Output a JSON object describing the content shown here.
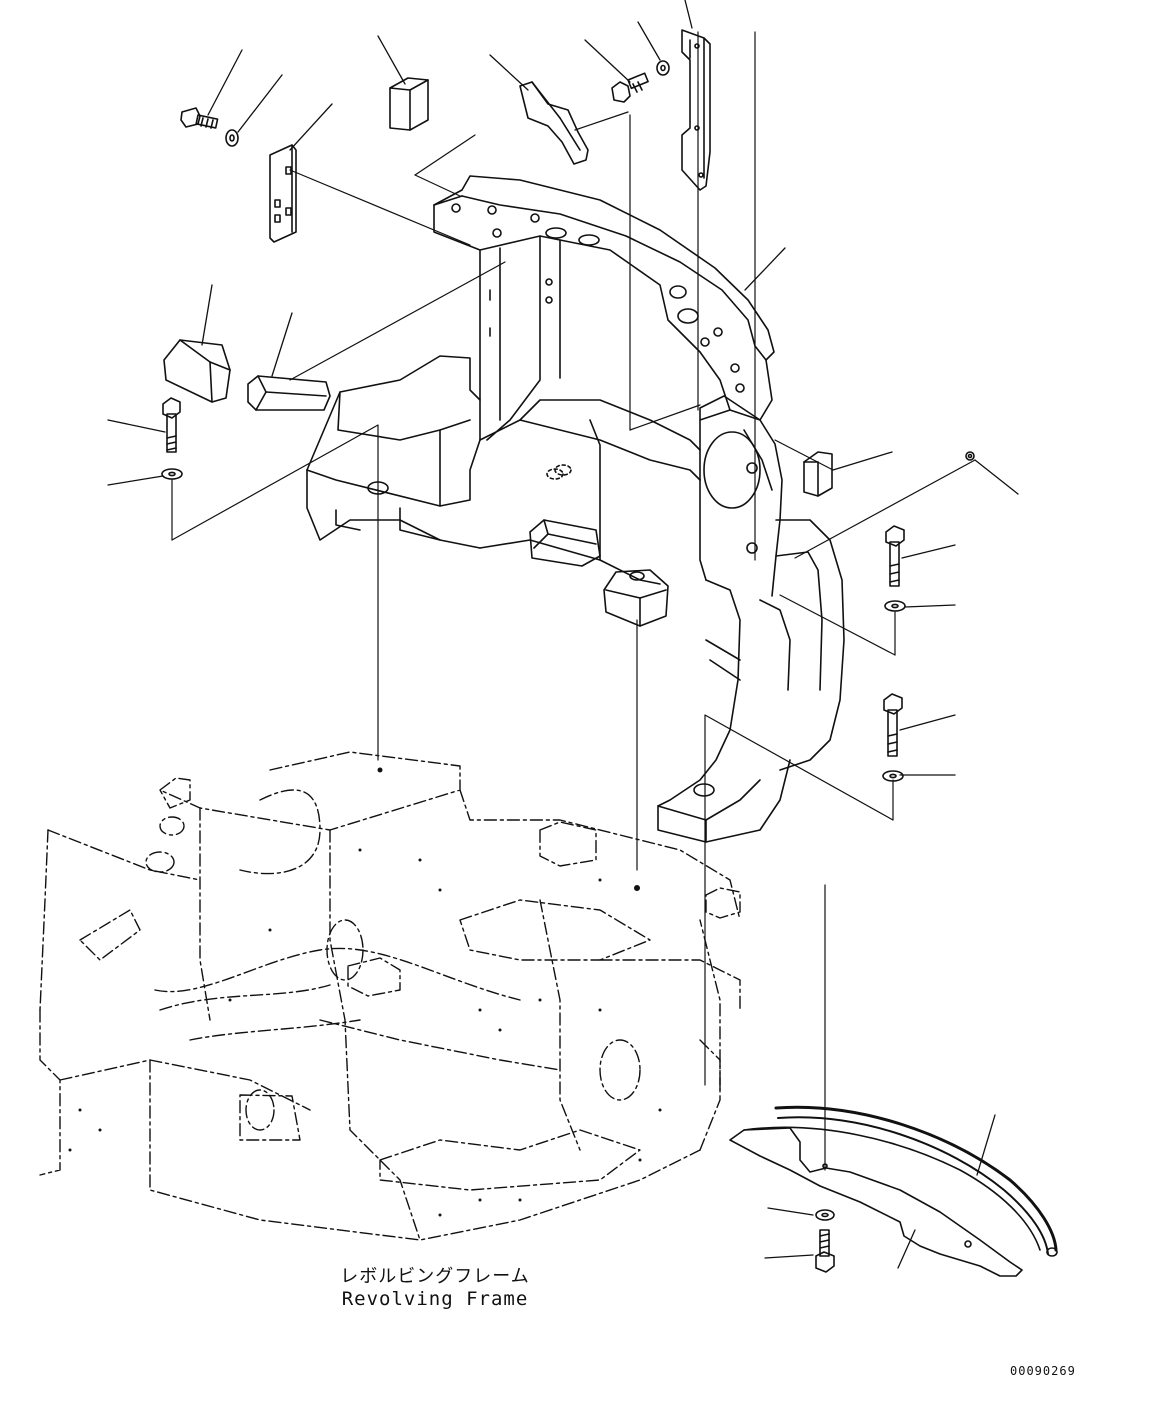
{
  "captions": {
    "japanese": "レボルビングフレーム",
    "english": "Revolving Frame"
  },
  "drawing_number": "00090269",
  "colors": {
    "line": "#111111",
    "background": "#ffffff"
  }
}
